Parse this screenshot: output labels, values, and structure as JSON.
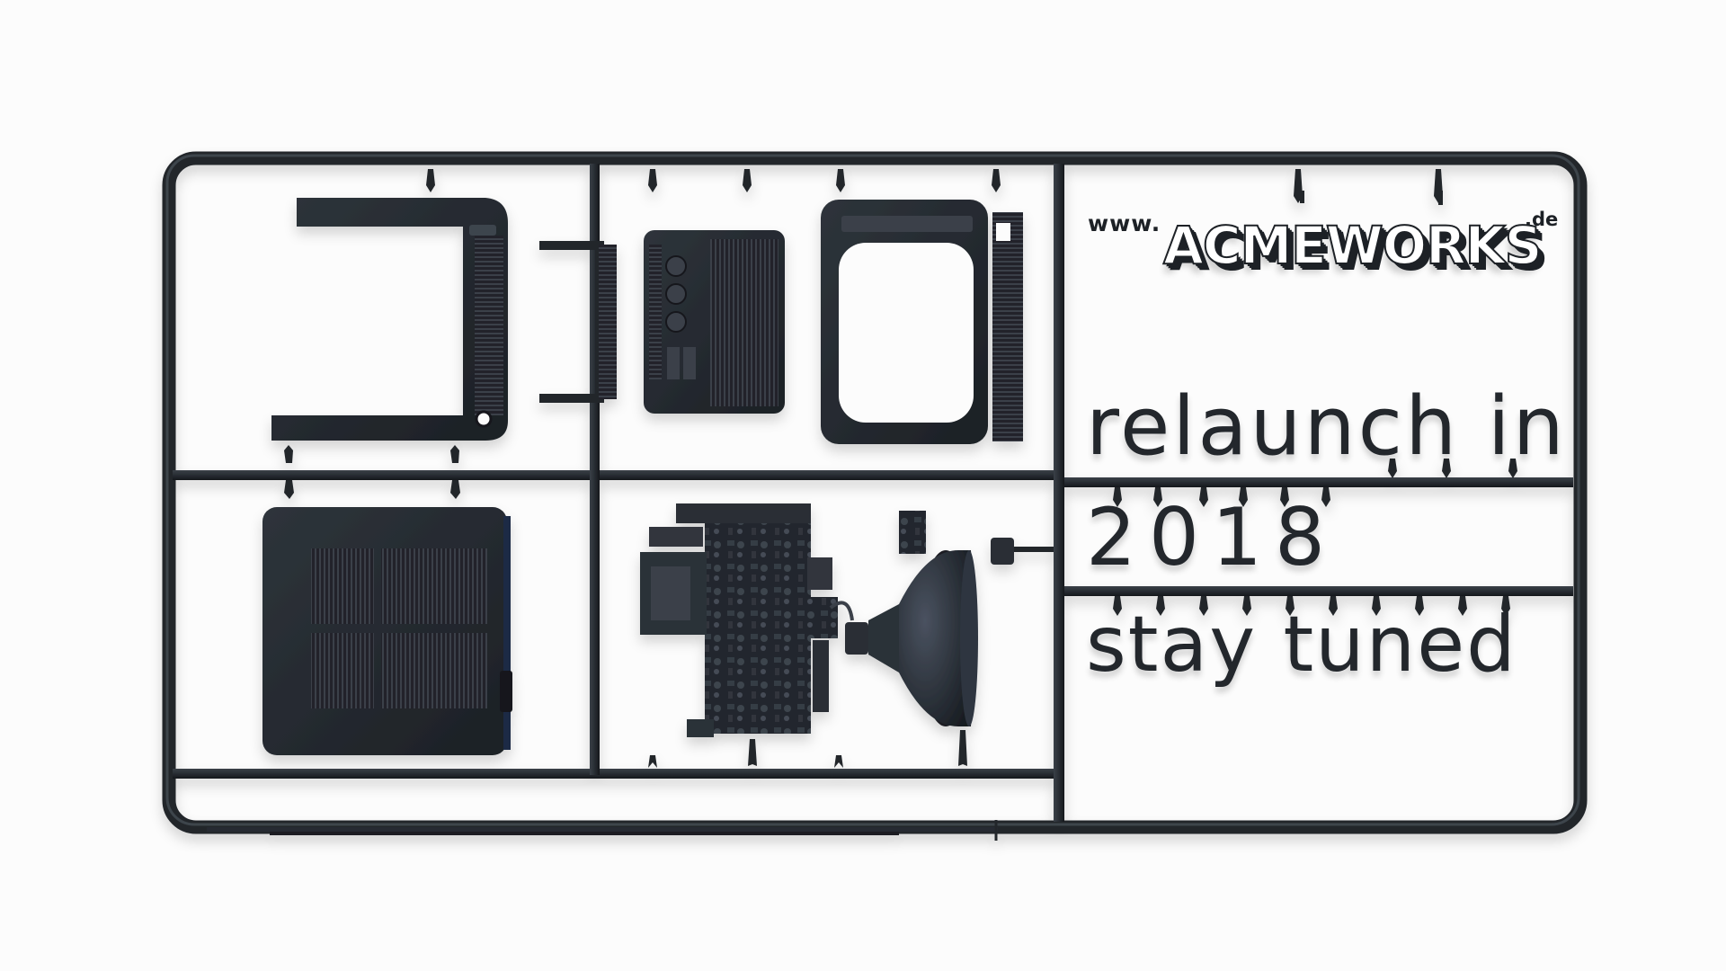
{
  "logo": {
    "prefix": "www.",
    "name": "ACMEWORKS",
    "tld": ".de"
  },
  "message": {
    "line1": "relaunch in",
    "line2": "2018",
    "line3": "stay tuned"
  },
  "colors": {
    "background": "#fcfcfc",
    "plastic": "#23272c",
    "plastic_highlight": "#3a4048",
    "plastic_shadow": "#15181c",
    "accent_blue": "#1b2a44"
  }
}
